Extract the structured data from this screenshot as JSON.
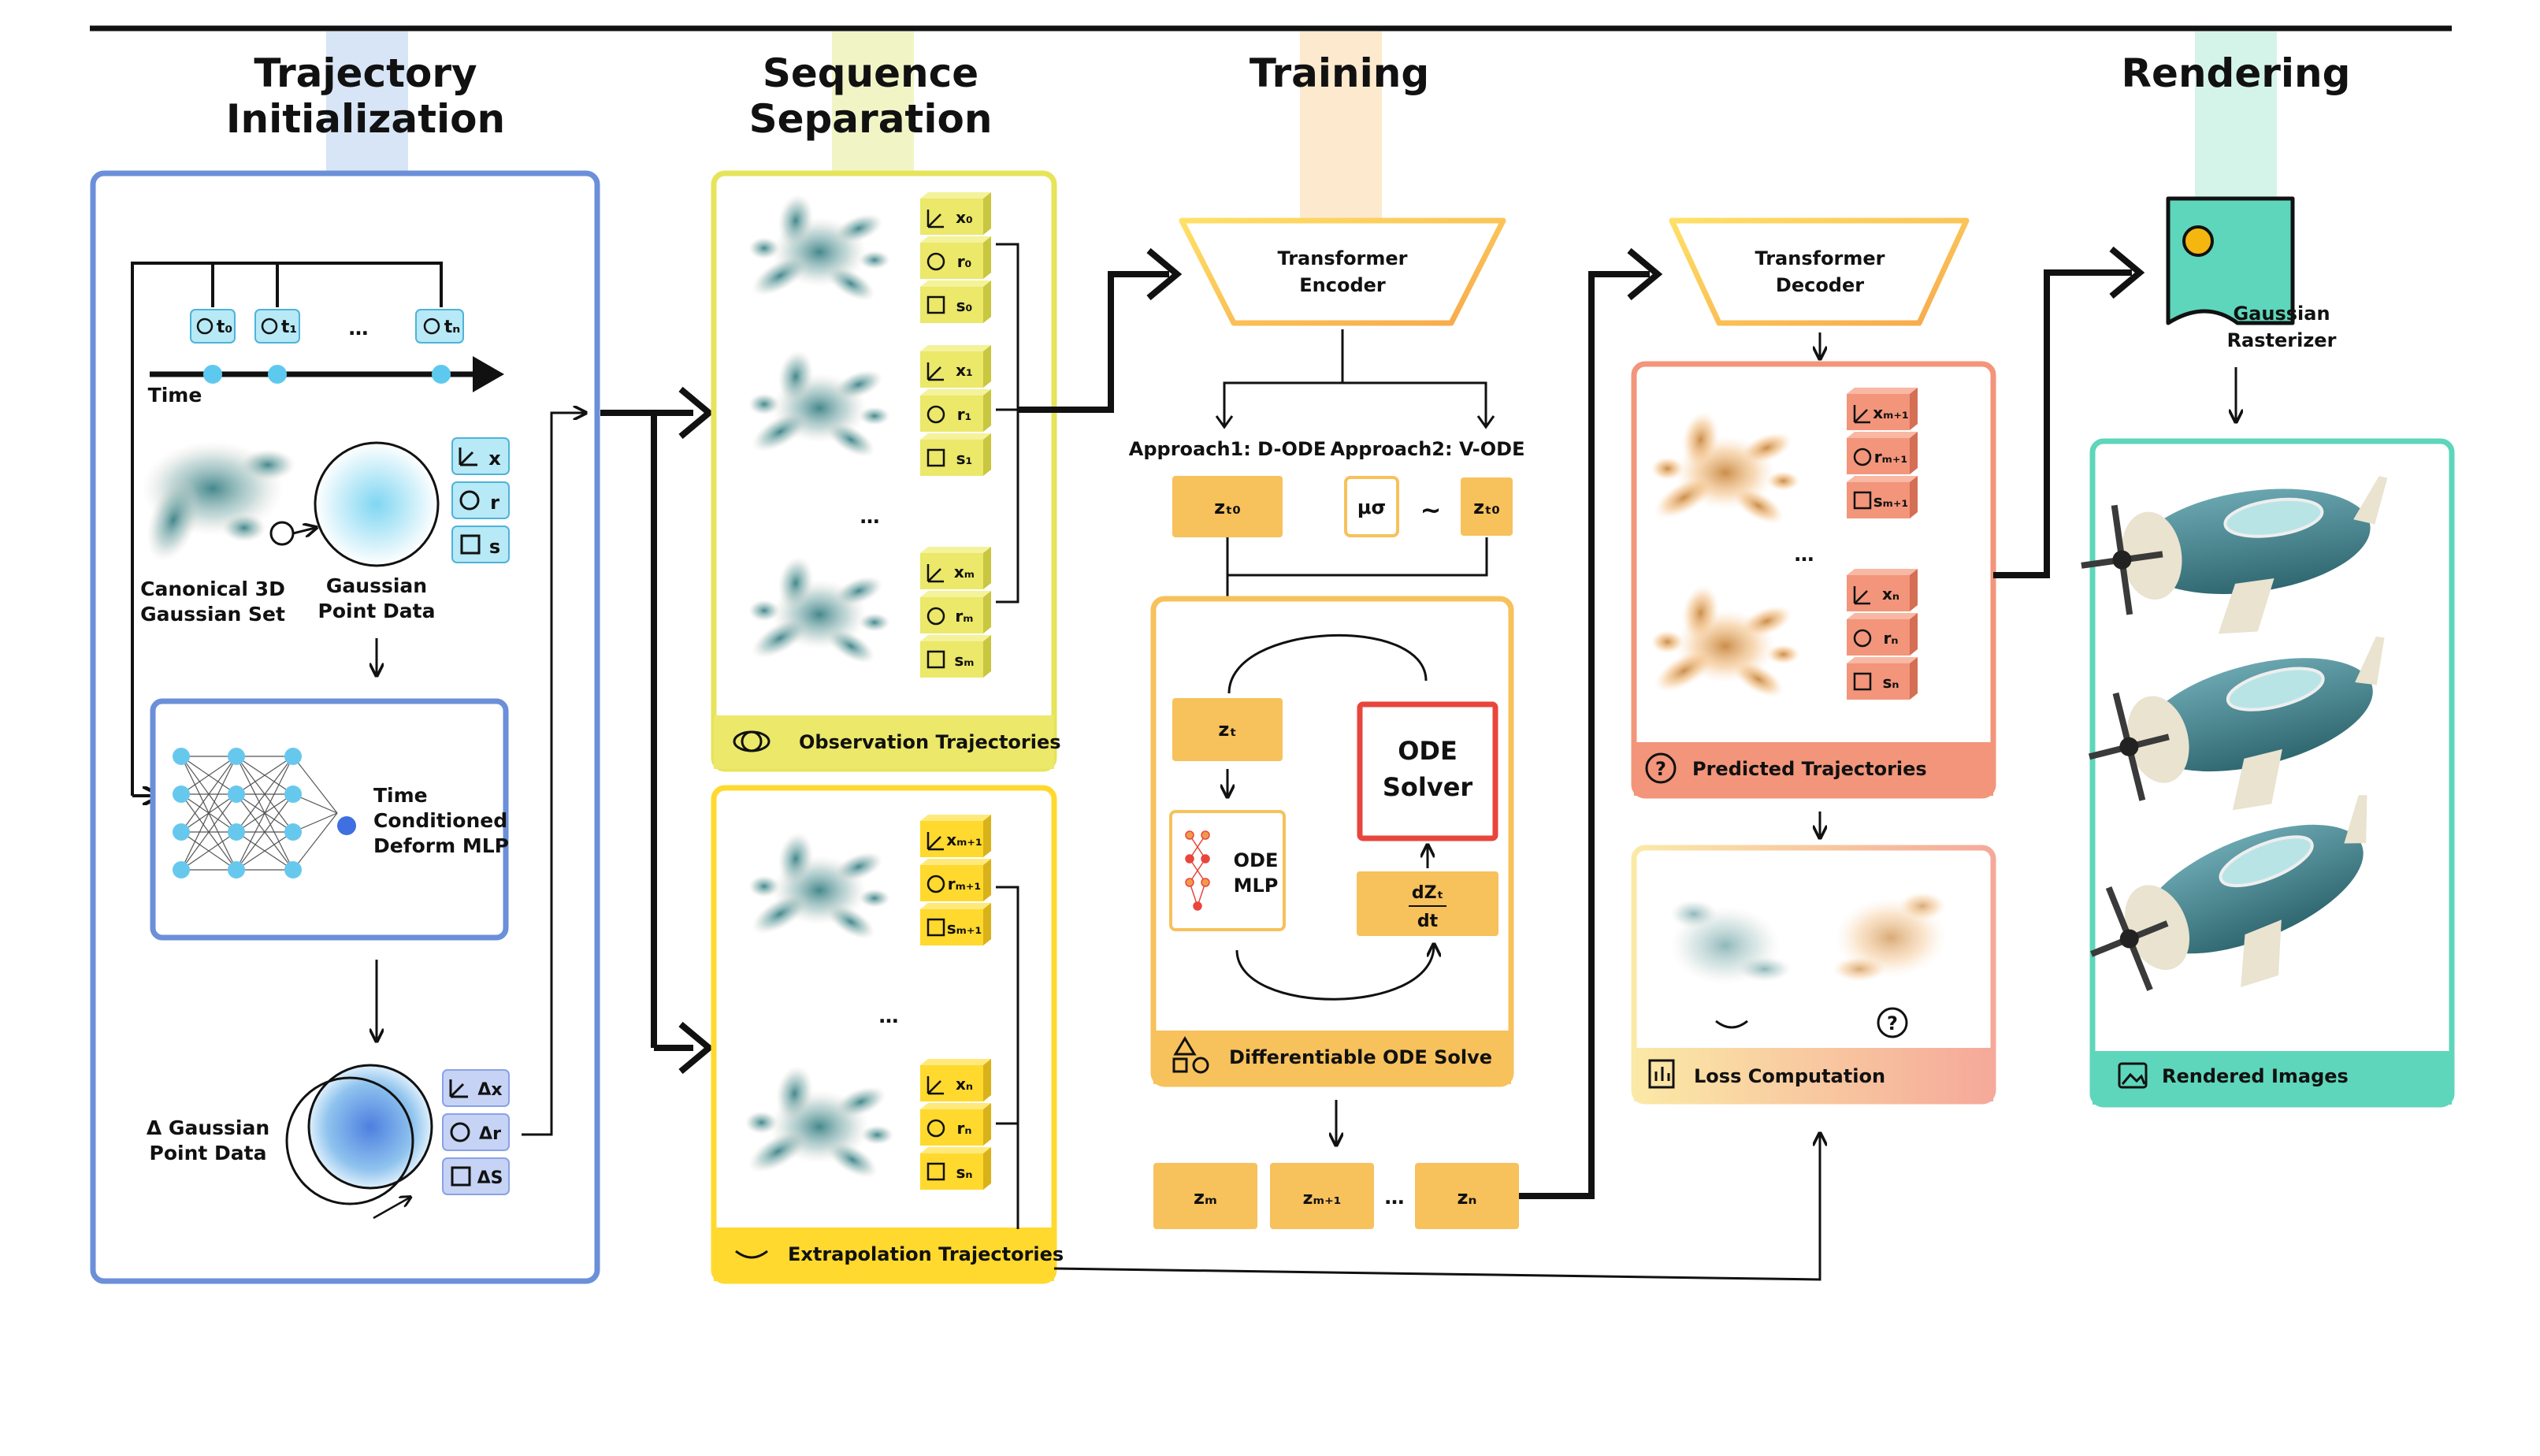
{
  "stages": {
    "trajectory_init": [
      "Trajectory",
      "Initialization"
    ],
    "sequence_sep": [
      "Sequence",
      "Separation"
    ],
    "training": "Training",
    "rendering": "Rendering"
  },
  "panel1": {
    "time_ticks": [
      "t₀",
      "t₁",
      "…",
      "tₙ"
    ],
    "time_label": "Time",
    "canonical": [
      "Canonical 3D",
      "Gaussian Set"
    ],
    "gaussian_point": [
      "Gaussian",
      "Point Data"
    ],
    "params": [
      "x",
      "r",
      "s"
    ],
    "mlp": [
      "Time",
      "Conditioned",
      "Deform MLP"
    ],
    "delta_gaussian": [
      "Δ Gaussian",
      "Point Data"
    ],
    "delta_params": [
      "Δx",
      "Δr",
      "ΔS"
    ]
  },
  "panel2": {
    "obs_groups": [
      [
        "x₀",
        "r₀",
        "s₀"
      ],
      [
        "x₁",
        "r₁",
        "s₁"
      ],
      [
        "xₘ",
        "rₘ",
        "sₘ"
      ]
    ],
    "obs_ellipsis": "…",
    "obs_label": "Observation Trajectories",
    "ext_groups": [
      [
        "xₘ₊₁",
        "rₘ₊₁",
        "sₘ₊₁"
      ],
      [
        "xₙ",
        "rₙ",
        "sₙ"
      ]
    ],
    "ext_ellipsis": "…",
    "ext_label": "Extrapolation Trajectories"
  },
  "panel3": {
    "encoder": [
      "Transformer",
      "Encoder"
    ],
    "approach1": "Approach1: D-ODE",
    "approach2": "Approach2: V-ODE",
    "z_t0_a": "zₜ₀",
    "mu_sigma": "μσ",
    "tilde": "~",
    "z_t0_b": "zₜ₀",
    "z_t": "zₜ",
    "ode_solver": [
      "ODE",
      "Solver"
    ],
    "ode_mlp": [
      "ODE",
      "MLP"
    ],
    "dz": [
      "dZₜ",
      "dt"
    ],
    "solve_label": "Differentiable ODE Solve",
    "outputs": [
      "zₘ",
      "zₘ₊₁",
      "…",
      "zₙ"
    ]
  },
  "panel4": {
    "decoder": [
      "Transformer",
      "Decoder"
    ],
    "pred_groups": [
      [
        "xₘ₊₁",
        "rₘ₊₁",
        "sₘ₊₁"
      ],
      [
        "xₙ",
        "rₙ",
        "sₙ"
      ]
    ],
    "pred_ellipsis": "…",
    "pred_label": "Predicted Trajectories",
    "loss_label": "Loss Computation"
  },
  "panel5": {
    "rasterizer": [
      "Gaussian",
      "Rasterizer"
    ],
    "rendered_label": "Rendered Images"
  },
  "colors": {
    "blue": "#6b8fd9",
    "yellow_green": "#e6e45a",
    "yellow": "#ffd92e",
    "orange": "#f7c15c",
    "salmon": "#f2957a",
    "teal": "#5ed6bb",
    "red": "#e8463c"
  }
}
